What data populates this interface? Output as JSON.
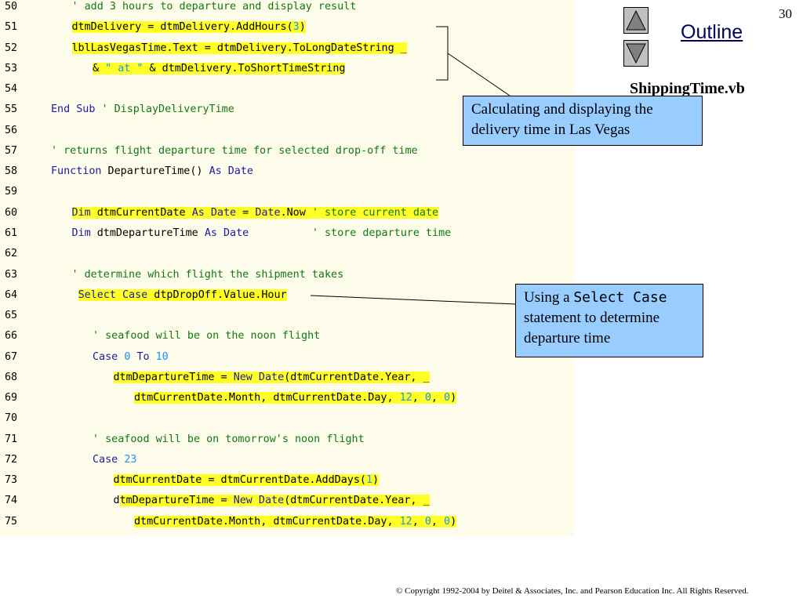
{
  "slide": {
    "page_number": "30",
    "outline_label": "Outline",
    "file_name": "ShippingTime.vb",
    "copyright": "© Copyright 1992-2004 by Deitel & Associates, Inc. and Pearson Education Inc. All Rights Reserved."
  },
  "navigation": {
    "up_icon": "up-triangle-icon",
    "down_icon": "down-triangle-icon"
  },
  "colors": {
    "keyword": "#1a1aa6",
    "comment": "#117a11",
    "number": "#1e90ff",
    "highlight": "#ffff26",
    "callout": "#99ccff",
    "panel": "#fdfbe9"
  },
  "code": {
    "lines": [
      {
        "num": "50",
        "indent": 2,
        "parts": [
          {
            "t": "' add 3 hours to departure and display result",
            "c": "cm"
          }
        ]
      },
      {
        "num": "51",
        "indent": 2,
        "parts": [
          {
            "t": "dtmDelivery = dtmDelivery.AddHours(",
            "h": 1
          },
          {
            "t": "3",
            "c": "num",
            "h": 1
          },
          {
            "t": ")",
            "h": 1
          }
        ]
      },
      {
        "num": "52",
        "indent": 2,
        "parts": [
          {
            "t": "lblLasVegasTime.Text = dtmDelivery.ToLongDateString _",
            "h": 1
          }
        ]
      },
      {
        "num": "53",
        "indent": 3,
        "parts": [
          {
            "t": "& ",
            "h": 1
          },
          {
            "t": "\" at \"",
            "c": "str",
            "h": 1
          },
          {
            "t": " & dtmDelivery.ToShortTimeString",
            "h": 1
          }
        ]
      },
      {
        "num": "54",
        "indent": 0,
        "parts": []
      },
      {
        "num": "55",
        "indent": 1,
        "parts": [
          {
            "t": "End Sub",
            "c": "kw"
          },
          {
            "t": " ' DisplayDeliveryTime",
            "c": "cm"
          }
        ]
      },
      {
        "num": "56",
        "indent": 0,
        "parts": []
      },
      {
        "num": "57",
        "indent": 1,
        "parts": [
          {
            "t": "' returns flight departure time for selected drop-off time",
            "c": "cm"
          }
        ]
      },
      {
        "num": "58",
        "indent": 1,
        "parts": [
          {
            "t": "Function",
            "c": "kw"
          },
          {
            "t": " DepartureTime() "
          },
          {
            "t": "As Date",
            "c": "kw"
          }
        ]
      },
      {
        "num": "59",
        "indent": 0,
        "parts": []
      },
      {
        "num": "60",
        "indent": 2,
        "parts": [
          {
            "t": "Dim",
            "c": "kw",
            "h": 1
          },
          {
            "t": " dtmCurrentDate ",
            "h": 1
          },
          {
            "t": "As Date",
            "c": "kw",
            "h": 1
          },
          {
            "t": " = ",
            "h": 1
          },
          {
            "t": "Date",
            "c": "kw",
            "h": 1
          },
          {
            "t": ".Now ",
            "h": 1
          },
          {
            "t": "' store current date",
            "c": "cm",
            "h": 1
          }
        ]
      },
      {
        "num": "61",
        "indent": 2,
        "parts": [
          {
            "t": "Dim",
            "c": "kw"
          },
          {
            "t": " dtmDepartureTime "
          },
          {
            "t": "As Date",
            "c": "kw"
          },
          {
            "t": "          "
          },
          {
            "t": "' store departure time",
            "c": "cm"
          }
        ]
      },
      {
        "num": "62",
        "indent": 0,
        "parts": []
      },
      {
        "num": "63",
        "indent": 2,
        "parts": [
          {
            "t": "' determine which flight the shipment takes",
            "c": "cm"
          }
        ]
      },
      {
        "num": "64",
        "indent": 2,
        "parts": [
          {
            "t": " "
          },
          {
            "t": "Select Case",
            "c": "kw",
            "h": 1
          },
          {
            "t": " dtpDropOff.Value.Hour",
            "h": 1
          }
        ]
      },
      {
        "num": "65",
        "indent": 0,
        "parts": []
      },
      {
        "num": "66",
        "indent": 3,
        "parts": [
          {
            "t": "' seafood will be on the noon flight",
            "c": "cm"
          }
        ]
      },
      {
        "num": "67",
        "indent": 3,
        "parts": [
          {
            "t": "Case",
            "c": "kw"
          },
          {
            "t": " "
          },
          {
            "t": "0",
            "c": "num"
          },
          {
            "t": " "
          },
          {
            "t": "To",
            "c": "kw"
          },
          {
            "t": " "
          },
          {
            "t": "10",
            "c": "num"
          }
        ]
      },
      {
        "num": "68",
        "indent": 4,
        "parts": [
          {
            "t": "dtmDepartureTime = ",
            "h": 1
          },
          {
            "t": "New Date",
            "c": "kw",
            "h": 1
          },
          {
            "t": "(dtmCurrentDate.Year, _",
            "h": 1
          }
        ]
      },
      {
        "num": "69",
        "indent": 5,
        "parts": [
          {
            "t": "dtmCurrentDate.Month, dtmCurrentDate.Day, ",
            "h": 1
          },
          {
            "t": "12",
            "c": "num",
            "h": 1
          },
          {
            "t": ", ",
            "h": 1
          },
          {
            "t": "0",
            "c": "num",
            "h": 1
          },
          {
            "t": ", ",
            "h": 1
          },
          {
            "t": "0",
            "c": "num",
            "h": 1
          },
          {
            "t": ")",
            "h": 1
          }
        ]
      },
      {
        "num": "70",
        "indent": 0,
        "parts": []
      },
      {
        "num": "71",
        "indent": 3,
        "parts": [
          {
            "t": "' seafood will be on tomorrow's noon flight",
            "c": "cm"
          }
        ]
      },
      {
        "num": "72",
        "indent": 3,
        "parts": [
          {
            "t": "Case",
            "c": "kw"
          },
          {
            "t": " "
          },
          {
            "t": "23",
            "c": "num"
          }
        ]
      },
      {
        "num": "73",
        "indent": 4,
        "parts": [
          {
            "t": "dtmCurrentDate = dtmCurrentDate.AddDays(",
            "h": 1
          },
          {
            "t": "1",
            "c": "num",
            "h": 1
          },
          {
            "t": ")",
            "h": 1
          }
        ]
      },
      {
        "num": "74",
        "indent": 4,
        "parts": [
          {
            "t": "d"
          },
          {
            "t": "tmDepartureTime = ",
            "h": 1
          },
          {
            "t": "New Date",
            "c": "kw",
            "h": 1
          },
          {
            "t": "(dtmCurrentDate.Year, _",
            "h": 1
          }
        ]
      },
      {
        "num": "75",
        "indent": 5,
        "parts": [
          {
            "t": "dtmCurrentDate.Month, dtmCurrentDate.Day, ",
            "h": 1
          },
          {
            "t": "12",
            "c": "num",
            "h": 1
          },
          {
            "t": ", ",
            "h": 1
          },
          {
            "t": "0",
            "c": "num",
            "h": 1
          },
          {
            "t": ", ",
            "h": 1
          },
          {
            "t": "0",
            "c": "num",
            "h": 1
          },
          {
            "t": ")",
            "h": 1
          }
        ]
      }
    ]
  },
  "callouts": {
    "delivery": {
      "line1": "Calculating and displaying the",
      "line2": "delivery time in Las Vegas"
    },
    "select_case": {
      "prefix": "Using a ",
      "code": "Select Case",
      "line2": "statement to determine",
      "line3": "departure time"
    }
  }
}
